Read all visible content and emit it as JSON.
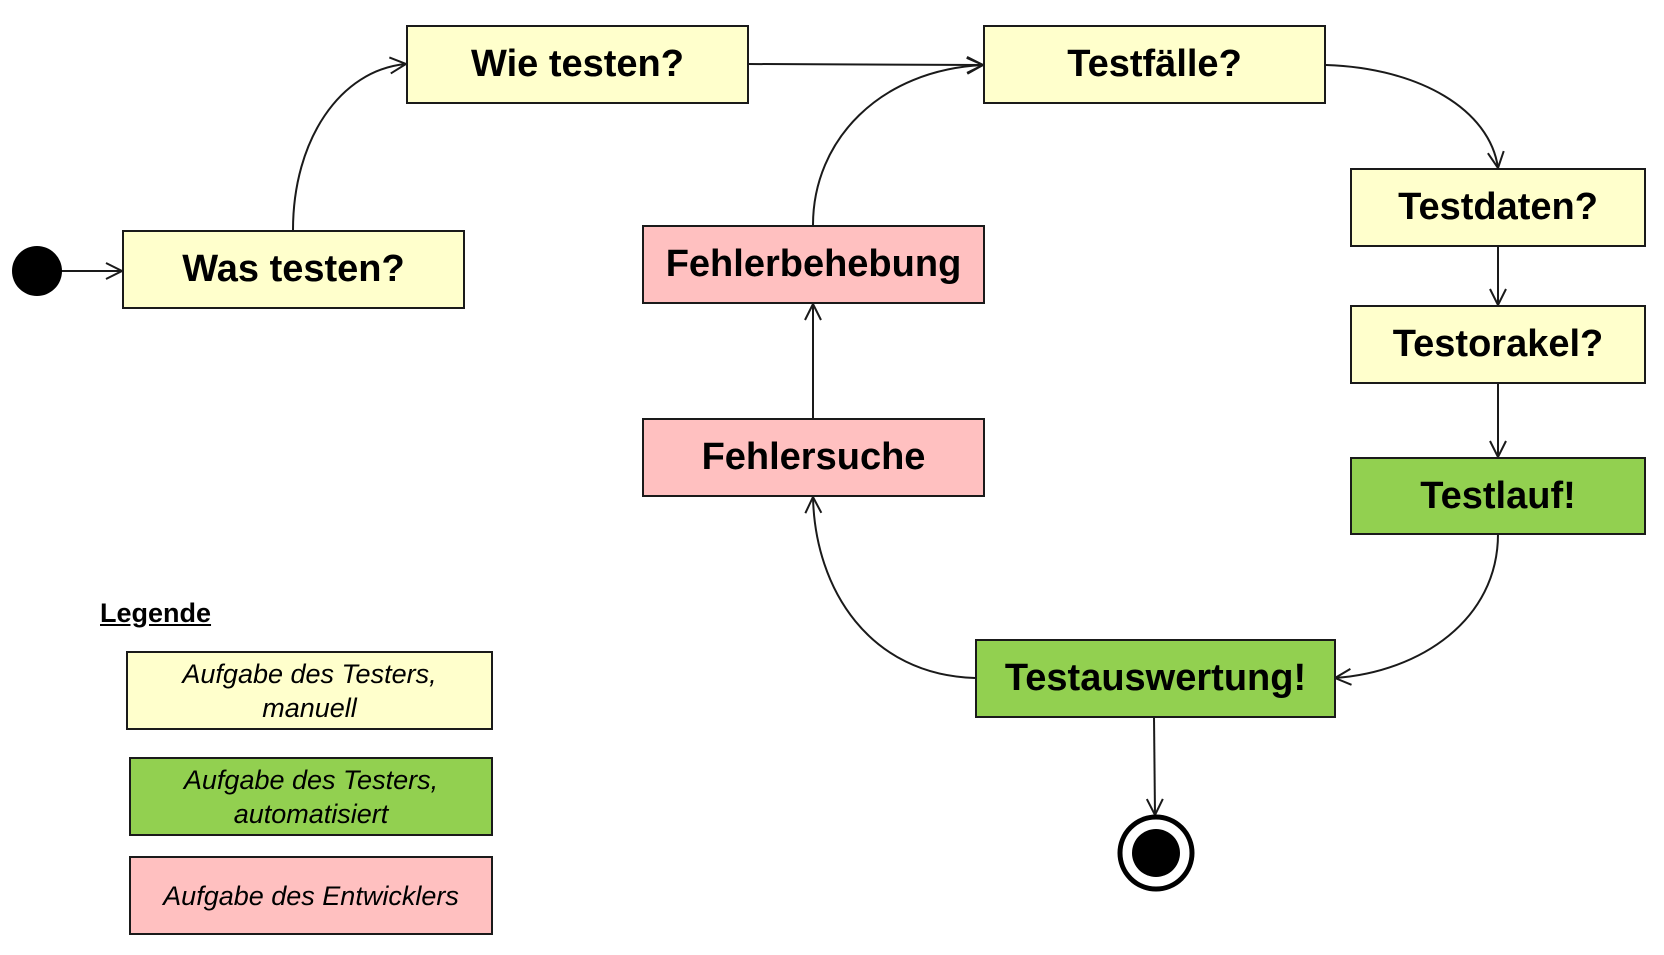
{
  "nodes": {
    "was_testen": "Was testen?",
    "wie_testen": "Wie testen?",
    "testfaelle": "Testfälle?",
    "testdaten": "Testdaten?",
    "testorakel": "Testorakel?",
    "testlauf": "Testlauf!",
    "testauswertung": "Testauswertung!",
    "fehlersuche": "Fehlersuche",
    "fehlerbehebung": "Fehlerbehebung"
  },
  "legend": {
    "title": "Legende",
    "manual_line1": "Aufgabe des Testers,",
    "manual_line2": "manuell",
    "auto_line1": "Aufgabe des Testers,",
    "auto_line2": "automatisiert",
    "developer": "Aufgabe des Entwicklers"
  },
  "colors": {
    "tester_manual": "#ffffcc",
    "tester_automated": "#92d050",
    "developer": "#ffc0c0",
    "line": "#1a1a1a"
  },
  "icons": {
    "start": "initial-node-filled-circle",
    "end": "final-node-bullseye"
  }
}
